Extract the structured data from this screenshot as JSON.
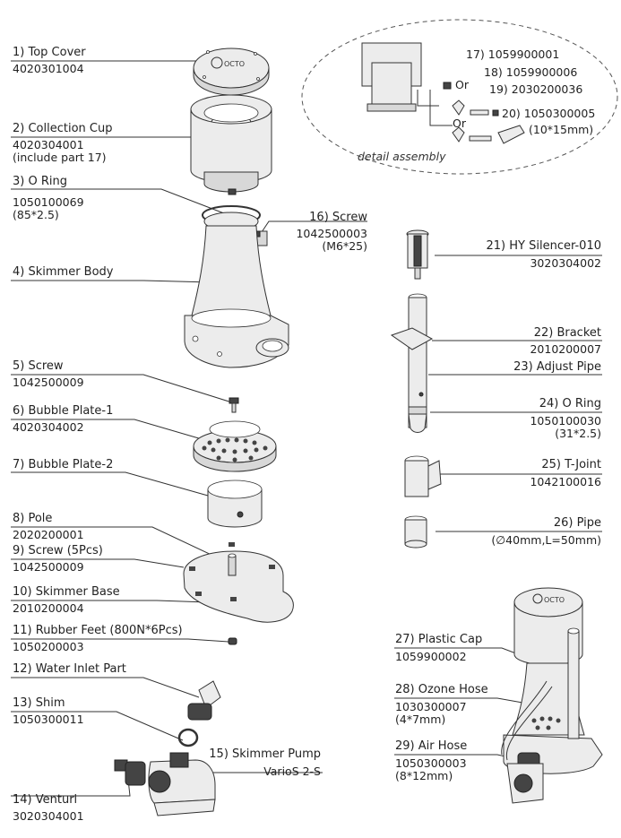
{
  "parts": [
    {
      "label": "1) Top Cover",
      "code": "4020301004"
    },
    {
      "label": "2) Collection Cup",
      "code": "4020304001",
      "note": "(include part 17)"
    },
    {
      "label": "3) O Ring",
      "code": "1050100069",
      "note": "(85*2.5)"
    },
    {
      "label": "4) Skimmer Body"
    },
    {
      "label": "5) Screw",
      "code": "1042500009"
    },
    {
      "label": "6) Bubble Plate-1",
      "code": "4020304002"
    },
    {
      "label": "7) Bubble Plate-2"
    },
    {
      "label": "8) Pole",
      "code": "2020200001"
    },
    {
      "label": "9) Screw (5Pcs)",
      "code": "1042500009"
    },
    {
      "label": "10) Skimmer Base",
      "code": "2010200004"
    },
    {
      "label": "11) Rubber Feet (800N*6Pcs)",
      "code": "1050200003"
    },
    {
      "label": "12) Water Inlet Part"
    },
    {
      "label": "13) Shim",
      "code": "1050300011"
    },
    {
      "label": "14) Venturi",
      "code": "3020304001"
    },
    {
      "label": "15) Skimmer Pump",
      "code": "VarioS 2-S"
    },
    {
      "label": "16) Screw",
      "code": "1042500003",
      "note": "(M6*25)"
    },
    {
      "label": "17) 1059900001"
    },
    {
      "label": "18) 1059900006"
    },
    {
      "label": "19) 2030200036"
    },
    {
      "label": "20) 1050300005",
      "note": "(10*15mm)"
    },
    {
      "label": "21) HY Silencer-010",
      "code": "3020304002"
    },
    {
      "label": "22) Bracket",
      "code": "2010200007"
    },
    {
      "label": "23) Adjust Pipe"
    },
    {
      "label": "24) O Ring",
      "code": "1050100030",
      "note": "(31*2.5)"
    },
    {
      "label": "25) T-Joint",
      "code": "1042100016"
    },
    {
      "label": "26) Pipe",
      "code": "(∅40mm,L=50mm)"
    },
    {
      "label": "27) Plastic Cap",
      "code": "1059900002"
    },
    {
      "label": "28) Ozone Hose",
      "code": "1030300007",
      "note": "(4*7mm)"
    },
    {
      "label": "29) Air Hose",
      "code": "1050300003",
      "note": "(8*12mm)"
    }
  ],
  "detail": {
    "caption": "detail assembly",
    "or_1": "Or",
    "or_2": "Or"
  },
  "brand": {
    "logo_text": "OCTO"
  }
}
